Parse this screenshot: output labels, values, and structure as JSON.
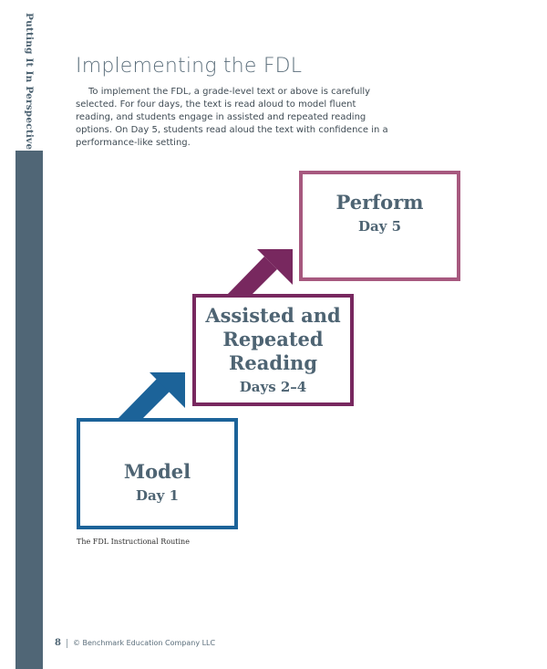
{
  "sidebar": {
    "section_label": "Putting It In Perspective"
  },
  "header": {
    "title": "Implementing the FDL"
  },
  "intro": {
    "text": "To implement the FDL, a grade-level text or above is carefully selected. For four days, the text is read aloud to model fluent reading, and students engage in assisted and repeated reading options. On Day 5, students read aloud the text with confidence in a performance-like setting."
  },
  "diagram": {
    "steps": [
      {
        "title": "Model",
        "days": "Day 1",
        "color": "#1c6399"
      },
      {
        "title": "Assisted and Repeated Reading",
        "days": "Days 2–4",
        "color": "#78285f"
      },
      {
        "title": "Perform",
        "days": "Day 5",
        "color": "#a7597f"
      }
    ],
    "arrow_colors": [
      "#1c6399",
      "#78285f"
    ],
    "caption": "The FDL Instructional Routine"
  },
  "footer": {
    "page_number": "8",
    "copyright": "© Benchmark Education Company LLC"
  },
  "colors": {
    "sidebar_bar": "#506676",
    "heading_text": "#4e6473"
  }
}
